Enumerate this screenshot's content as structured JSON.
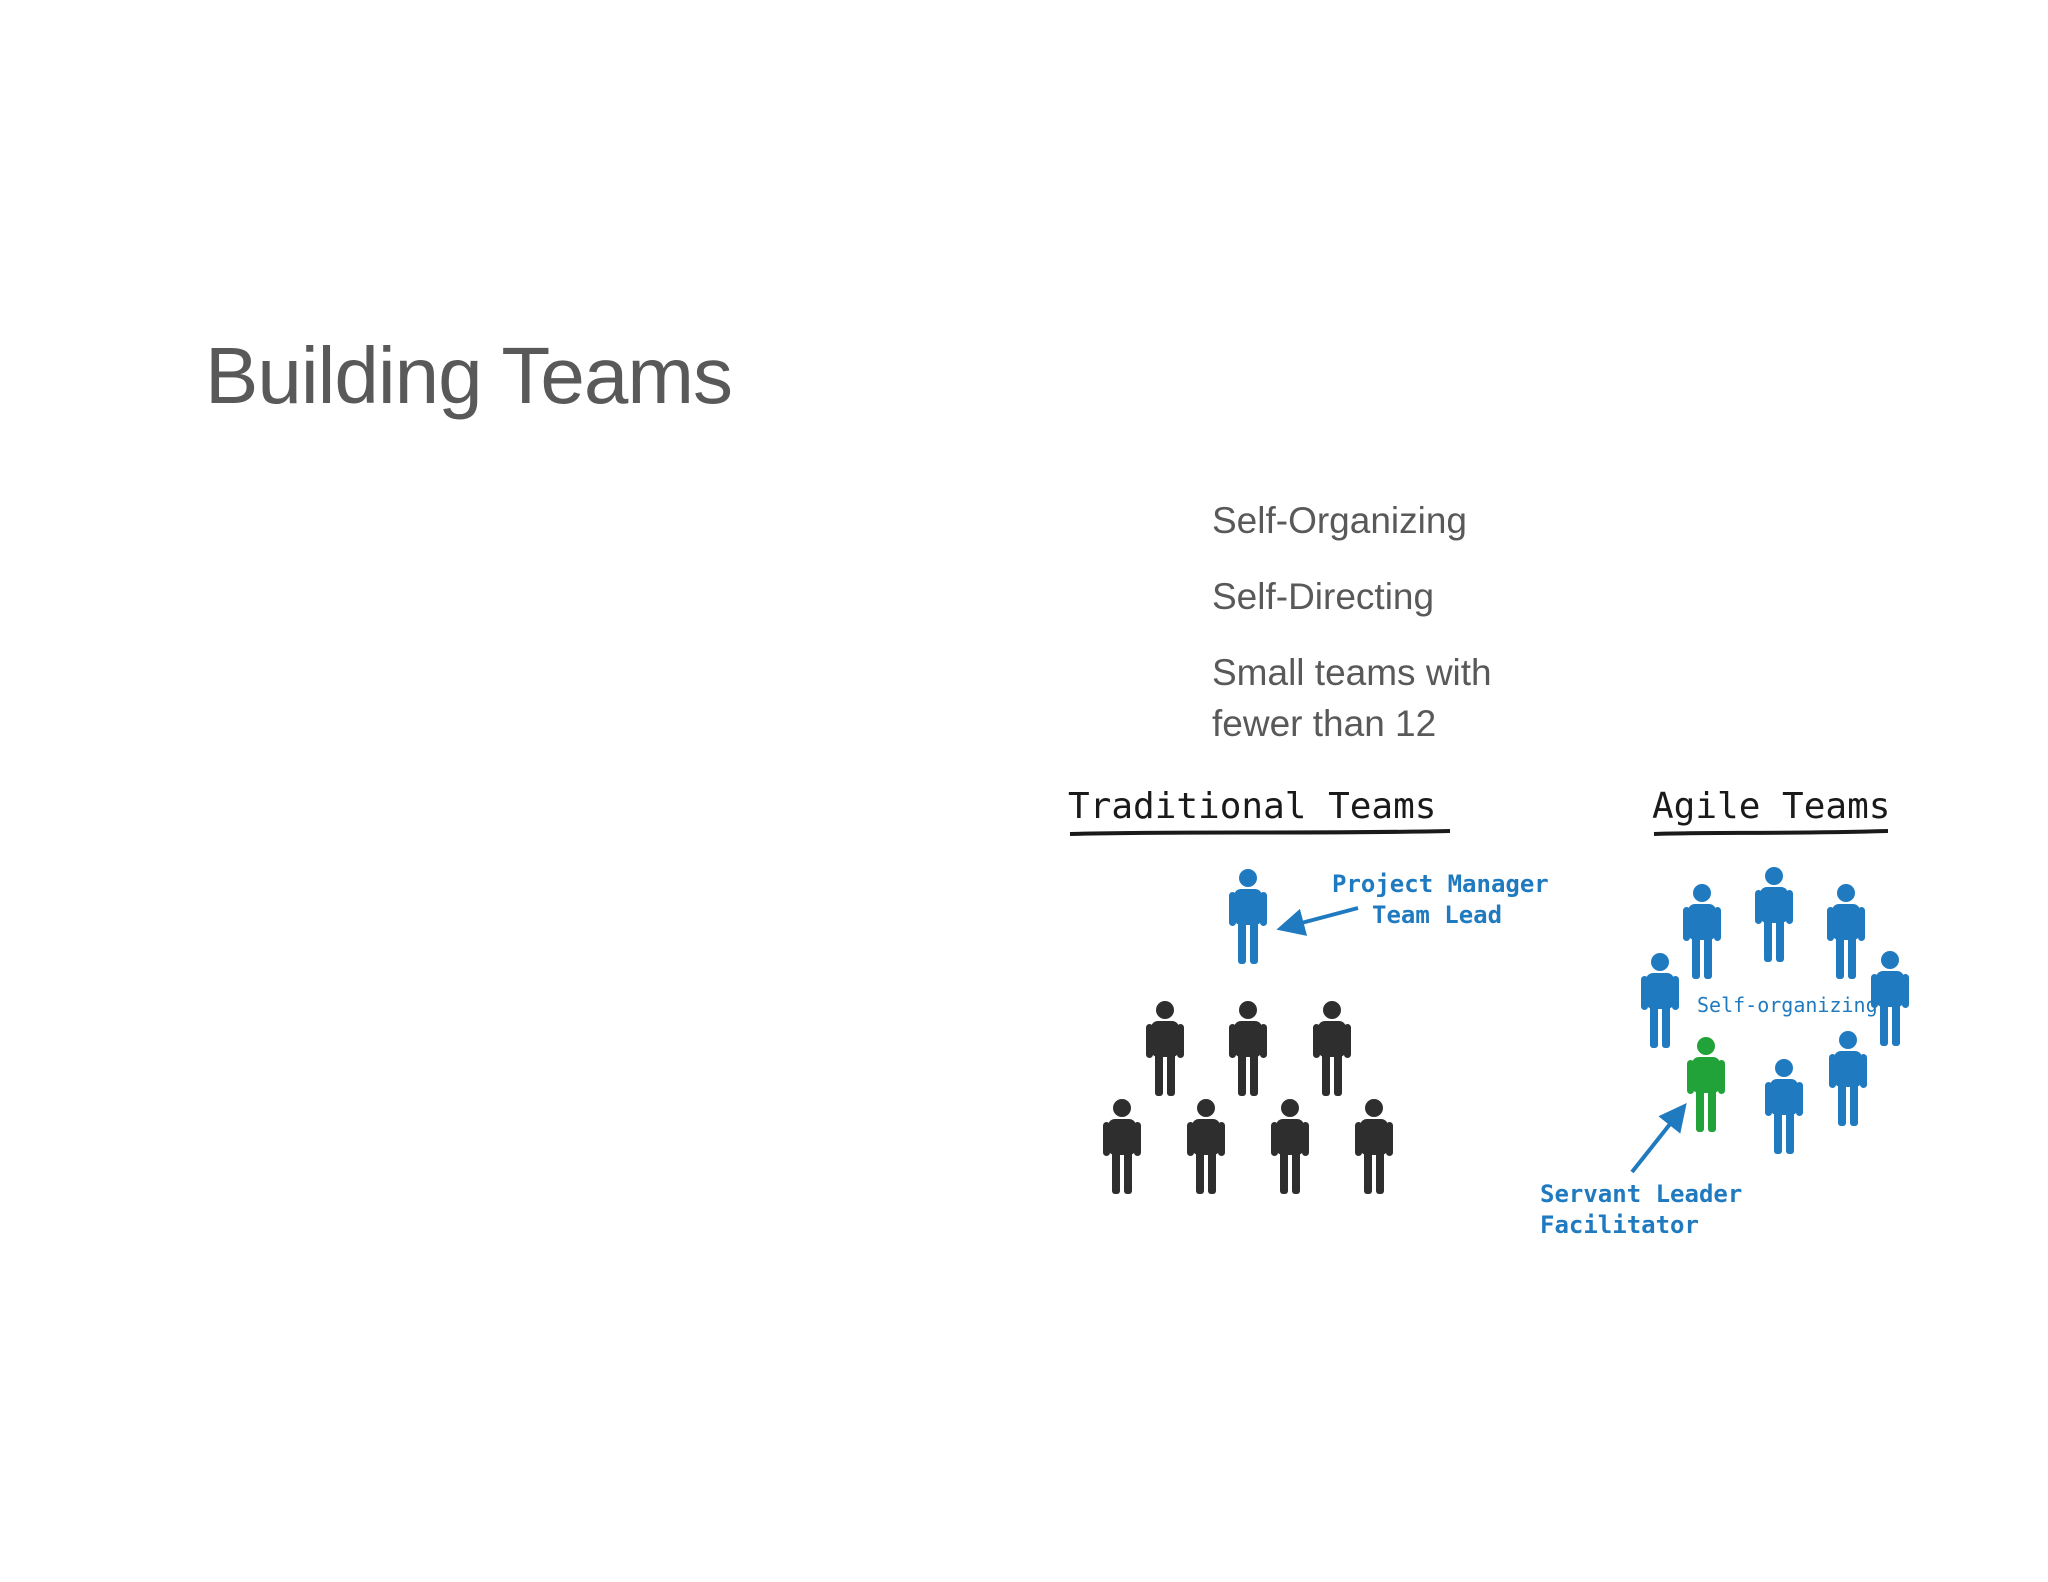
{
  "slide": {
    "title": "Building Teams",
    "bullets": [
      "Self-Organizing",
      "Self-Directing",
      "Small teams with fewer than 12"
    ]
  },
  "illustration": {
    "traditional": {
      "heading": "Traditional Teams",
      "leader_label_line1": "Project Manager",
      "leader_label_line2": "Team Lead"
    },
    "agile": {
      "heading": "Agile Teams",
      "center_label": "Self-organizing",
      "leader_label_line1": "Servant Leader",
      "leader_label_line2": "Facilitator"
    },
    "colors": {
      "blue": "#1f7ac0",
      "dark": "#2e2e2e",
      "green": "#22a33a",
      "ink": "#1a1a1a"
    }
  }
}
